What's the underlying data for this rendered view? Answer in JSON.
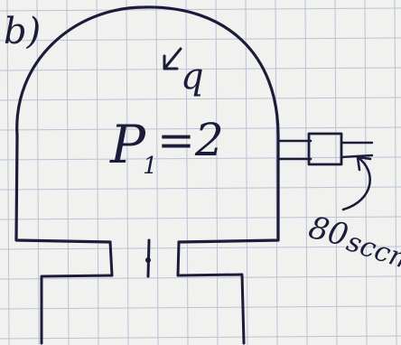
{
  "figure": {
    "panel_label": "b)",
    "flow_symbol": "q",
    "pressure_label": "P",
    "pressure_subscript": "1",
    "pressure_equals": "=2",
    "flow_rate_value": "80",
    "flow_rate_unit": "sccm"
  },
  "colors": {
    "paper": "#f1f1ef",
    "grid": "#b8c2d6",
    "ink": "#1c1c3a"
  }
}
